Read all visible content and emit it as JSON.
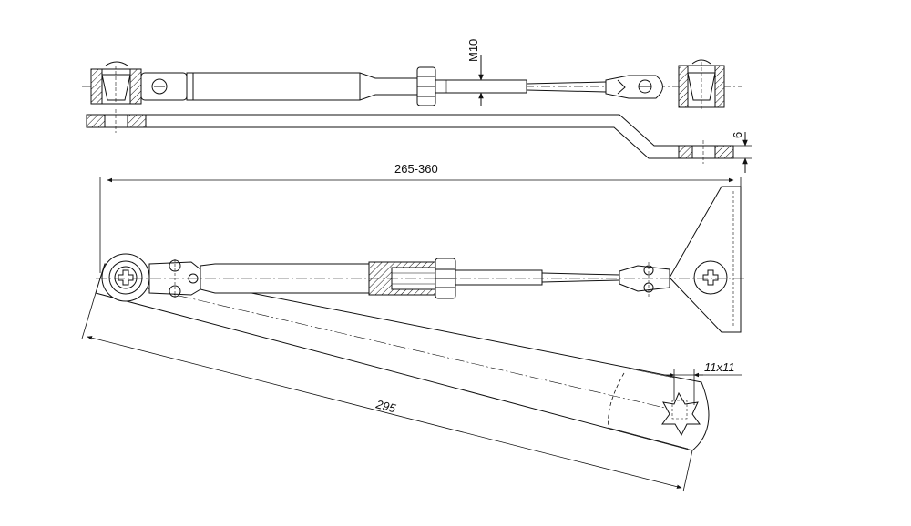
{
  "dimensions": {
    "thread": "M10",
    "thickness": "6",
    "adjust_length": "265-360",
    "arm_length": "295",
    "square": "11x11"
  },
  "colors": {
    "line": "#111111",
    "hatch_fill": "#bbbbbb",
    "background": "#ffffff"
  },
  "icons": {
    "screw": "phillips-screw-icon",
    "spindle": "star-spindle-icon"
  }
}
